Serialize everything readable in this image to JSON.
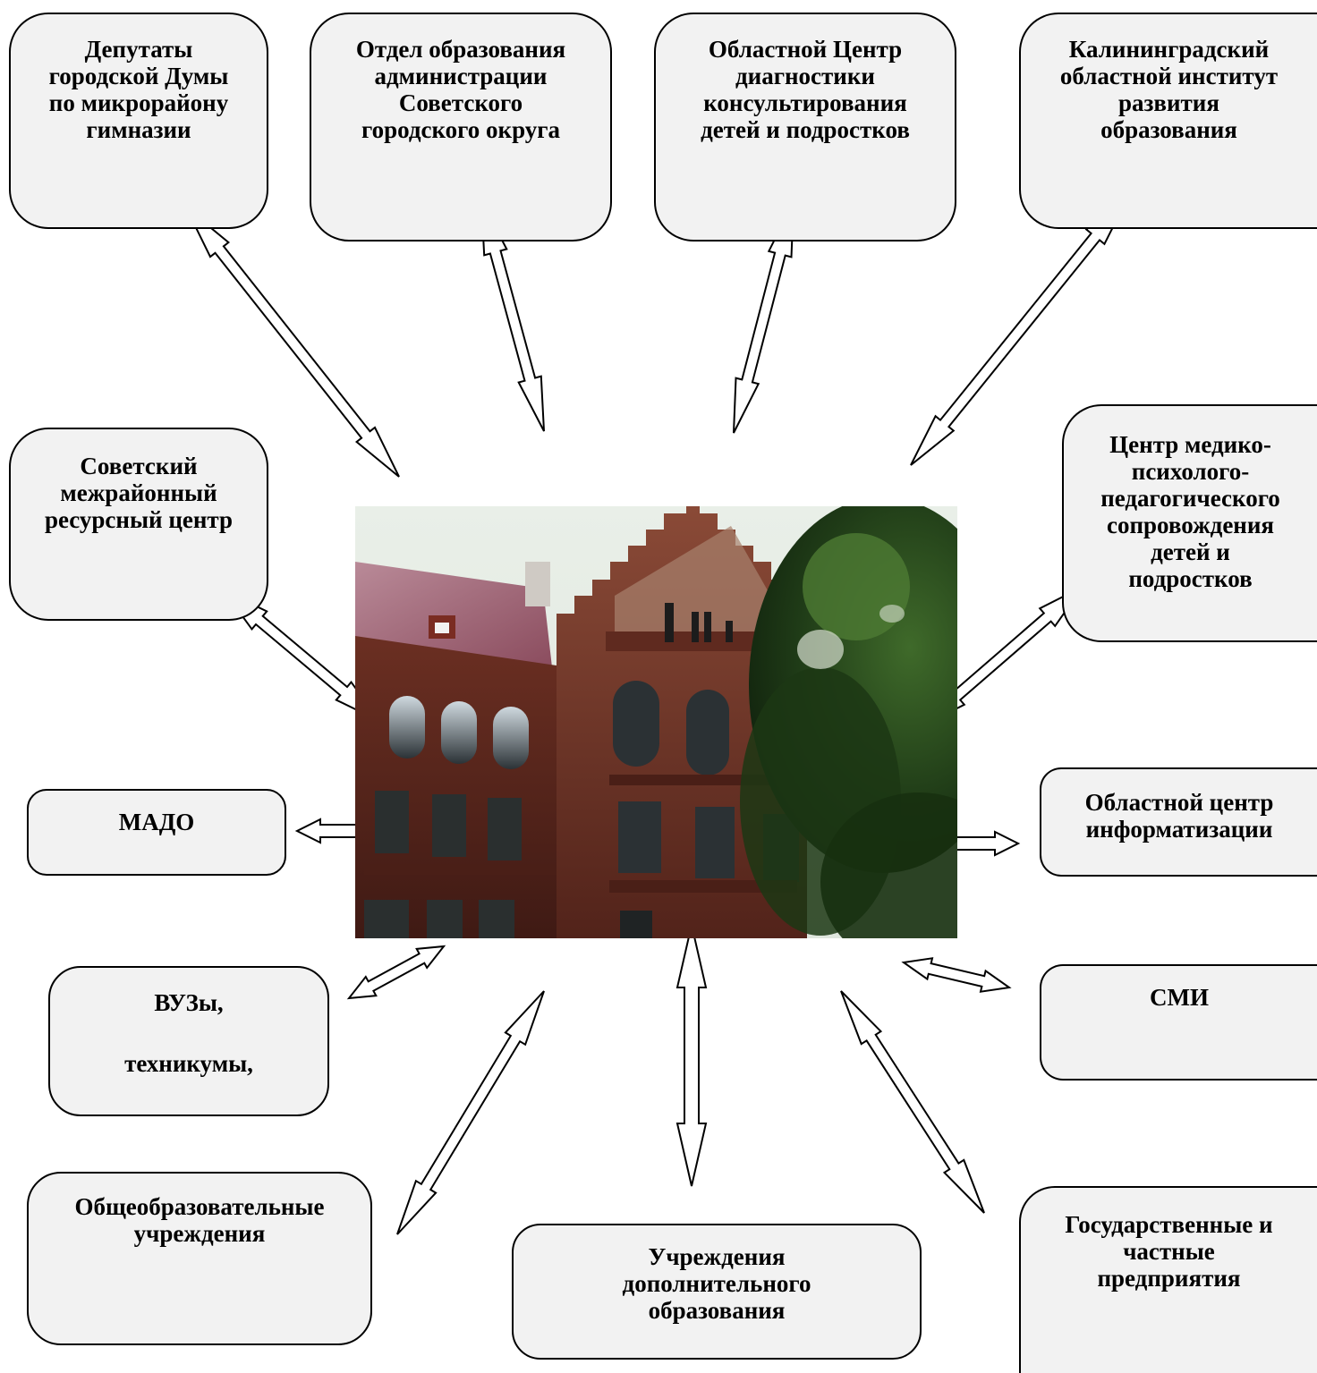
{
  "colors": {
    "box_fill": "#f2f2f2",
    "box_border": "#000000",
    "arrow_fill": "#ffffff",
    "arrow_stroke": "#000000",
    "text": "#000000"
  },
  "center_image": {
    "description_icon": "school-building-photo-icon"
  },
  "nodes": {
    "deputies": {
      "lines": [
        "Депутаты",
        "городской Думы",
        "по микрорайону",
        "гимназии"
      ]
    },
    "education_dept": {
      "lines": [
        "Отдел образования",
        "администрации",
        "Советского",
        "городского округа"
      ]
    },
    "diagnostic_center": {
      "lines": [
        "Областной Центр",
        "диагностики",
        "консультирования",
        "детей и подростков"
      ]
    },
    "kaliningrad_institute": {
      "lines": [
        "Калининградский",
        "областной институт",
        "развития",
        "образования"
      ]
    },
    "resource_center": {
      "lines": [
        "Советский",
        "межрайонный",
        "ресурсный центр"
      ]
    },
    "medical_center": {
      "lines": [
        "Центр медико-",
        "психолого-",
        "педагогического",
        "сопровождения",
        "детей и",
        "подростков"
      ]
    },
    "mado": {
      "lines": [
        "МАДО"
      ]
    },
    "informatization": {
      "lines": [
        "Областной центр",
        "информатизации"
      ]
    },
    "universities": {
      "lines": [
        "ВУЗы,",
        "",
        "техникумы,"
      ]
    },
    "media": {
      "lines": [
        "СМИ"
      ]
    },
    "schools": {
      "lines": [
        "Общеобразовательные",
        "учреждения"
      ]
    },
    "extra_education": {
      "lines": [
        "Учреждения",
        "дополнительного",
        "образования"
      ]
    },
    "enterprises": {
      "lines": [
        "Государственные и",
        "частные",
        "предприятия"
      ]
    }
  }
}
